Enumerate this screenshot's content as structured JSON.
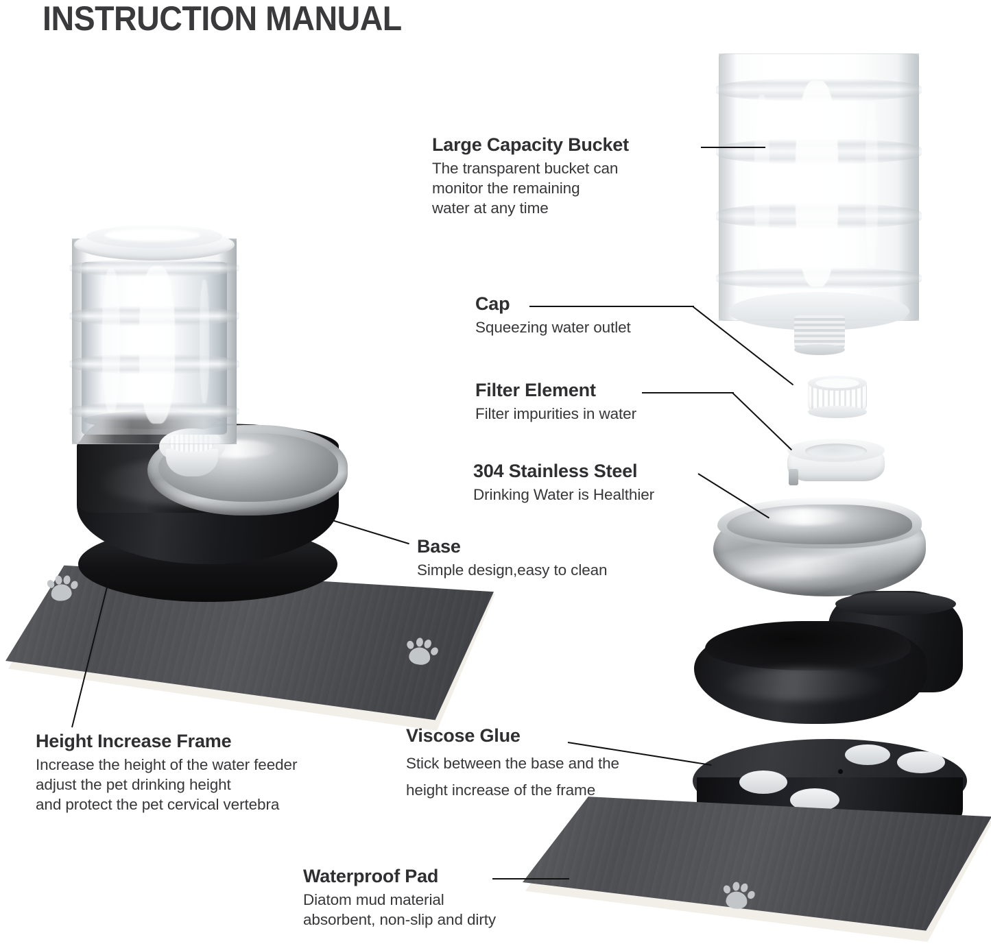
{
  "document": {
    "title": "INSTRUCTION MANUAL",
    "product": "Automatic pet water feeder / dispenser",
    "background_color": "#ffffff",
    "text_color": "#333333"
  },
  "callouts": [
    {
      "id": "large-capacity-bucket",
      "heading": "Large Capacity Bucket",
      "description": [
        "The transparent bucket can",
        "monitor the remaining",
        "water at any time"
      ]
    },
    {
      "id": "cap",
      "heading": "Cap",
      "description": [
        "Squeezing water outlet"
      ]
    },
    {
      "id": "filter-element",
      "heading": "Filter Element",
      "description": [
        "Filter impurities in water"
      ]
    },
    {
      "id": "stainless-steel",
      "heading": "304 Stainless Steel",
      "description": [
        "Drinking Water is Healthier"
      ]
    },
    {
      "id": "base",
      "heading": "Base",
      "description": [
        "Simple design,easy to clean"
      ]
    },
    {
      "id": "height-increase-frame",
      "heading": "Height Increase Frame",
      "description": [
        "Increase the height of the water feeder",
        "adjust the pet drinking height",
        "and protect the pet cervical vertebra"
      ]
    },
    {
      "id": "viscose-glue",
      "heading": "Viscose Glue",
      "description": [
        "Stick between the base and the",
        "height increase of the frame"
      ]
    },
    {
      "id": "waterproof-pad",
      "heading": "Waterproof Pad",
      "description": [
        "Diatom mud material",
        "absorbent, non-slip and dirty"
      ]
    }
  ],
  "parts": {
    "assembled_unit": {
      "label": "Assembled water feeder on mat",
      "components": [
        "bottle",
        "cap",
        "black base",
        "stainless steel bowl",
        "waterproof pad"
      ]
    },
    "exploded_view": {
      "label": "Exploded parts diagram",
      "order": [
        "bucket",
        "cap",
        "filter element",
        "stainless steel bowl",
        "base",
        "height increase frame",
        "waterproof pad"
      ]
    }
  },
  "colors": {
    "black_plastic": "#1b1b1d",
    "stainless": "#b9bcbf",
    "mat_gray": "#4a4b4e",
    "paw_gray": "#c3c6c9",
    "glue_pad": "#e8eaec",
    "heading": "#2f2f31"
  }
}
